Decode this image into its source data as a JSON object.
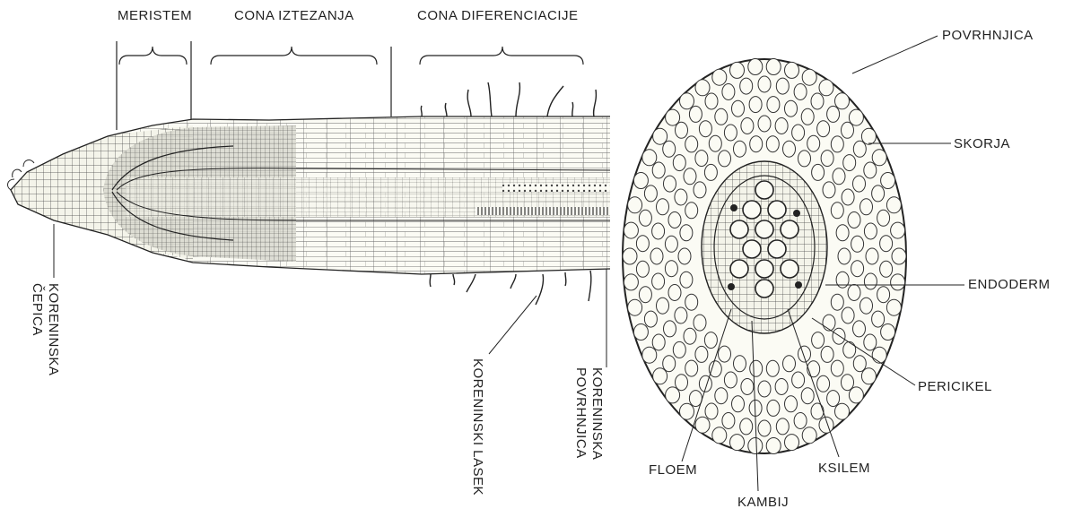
{
  "diagram": {
    "zones": {
      "meristem": "MERISTEM",
      "elongation": "CONA IZTEZANJA",
      "differentiation": "CONA DIFERENCIACIJE"
    },
    "root_labels": {
      "root_cap_line1": "KORENINSKA",
      "root_cap_line2": "ČEPICA",
      "root_hair": "KORENINSKI LASEK",
      "root_epidermis_line1": "KORENINSKA",
      "root_epidermis_line2": "POVRHNJICA"
    },
    "cross_section_labels": {
      "epidermis": "POVRHNJICA",
      "cortex": "SKORJA",
      "endodermis": "ENDODERM",
      "pericycle": "PERICIKEL",
      "phloem": "FLOEM",
      "cambium": "KAMBIJ",
      "xylem": "KSILEM"
    },
    "colors": {
      "ink": "#222222",
      "cell_fill": "#fbfbf4",
      "dense_cell_fill": "#d9d9cf",
      "background": "#ffffff"
    }
  }
}
